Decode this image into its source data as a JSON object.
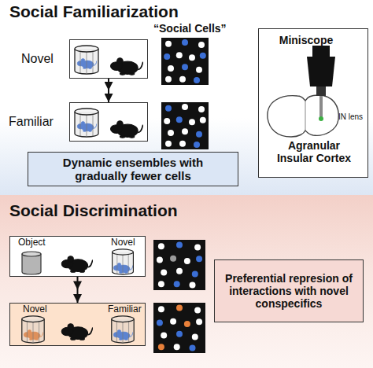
{
  "diagram": {
    "nodes": [
      {
        "text": [
          "Social Familiarization"
        ]
      },
      {
        "text": [
          "Novel"
        ],
        "in": 0
      },
      {
        "text": [
          "Familiar"
        ],
        "in": 0
      },
      {
        "text": [
          "Dynamic ensembles with gradually fewer cells"
        ],
        "in": 0
      },
      {
        "text": [
          "Miniscope",
          "GRIN lens",
          "Agranular Insular Cortex"
        ],
        "in": 0
      },
      {
        "text": [
          "Social Discrimination"
        ]
      },
      {
        "text": [
          "Object",
          "Novel"
        ],
        "in": 5
      },
      {
        "text": [
          "Novel",
          "Familiar"
        ],
        "in": 5
      },
      {
        "text": [
          "Preferential represion of interactions with novel conspecifics"
        ],
        "in": 5
      }
    ],
    "edges": [
      {
        "from": 1,
        "to": 2,
        "arrow": "to"
      },
      {
        "from": 6,
        "to": 7,
        "arrow": "to"
      }
    ],
    "labels": [
      "“Social Cells”"
    ]
  }
}
